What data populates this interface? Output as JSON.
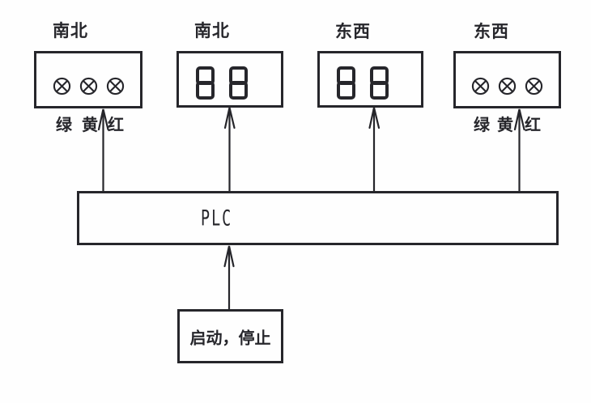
{
  "diagram": {
    "title_hint": "PLC traffic light control block diagram",
    "colors": {
      "line": "#26262b",
      "background": "#fefefe"
    },
    "groups": [
      {
        "title": "南北",
        "type": "lamp-panel",
        "lamps": [
          "绿",
          "黄",
          "红"
        ]
      },
      {
        "title": "南北",
        "type": "digit-display",
        "digits": "88"
      },
      {
        "title": "东西",
        "type": "digit-display",
        "digits": "88"
      },
      {
        "title": "东西",
        "type": "lamp-panel",
        "lamps": [
          "绿",
          "黄",
          "红"
        ]
      }
    ],
    "controller": {
      "label": "PLC"
    },
    "input": {
      "label": "启动，停止"
    }
  }
}
